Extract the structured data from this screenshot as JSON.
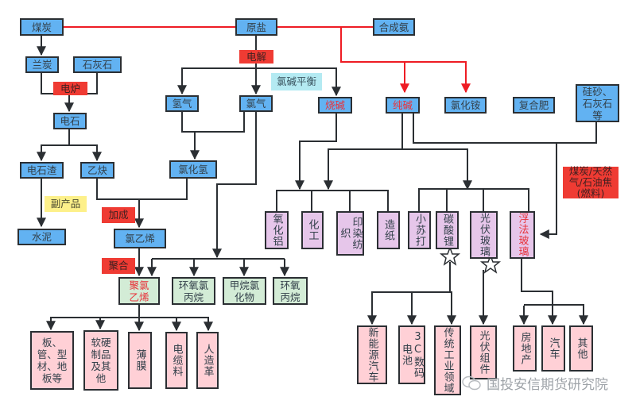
{
  "diagram": {
    "title": "",
    "colors": {
      "raw_material_fill": "#62b2f2",
      "soda_downstream_fill": "#e6c6ea",
      "end_use_fill": "#ffd0d6",
      "pvc_sibling_fill": "#d3ecd6",
      "process_tag_fill": "#ef3b33",
      "byproduct_tag_fill": "#fdf08a",
      "balance_tag_fill": "#b4eaf2",
      "highlight_text": "#e8323a",
      "red_line": "#ee1c24",
      "black_line": "#2b2f33"
    },
    "nodes": {
      "coal": "煤炭",
      "raw_salt": "原盐",
      "synthetic_ammonia": "合成氨",
      "semi_coke": "兰炭",
      "limestone": "石灰石",
      "calcium_carbide": "电石",
      "hydrogen": "氢气",
      "chlorine": "氯气",
      "caustic_soda": "烧碱",
      "soda_ash": "纯碱",
      "ammonium_chloride": "氯化铵",
      "compound_fertilizer": "复合肥",
      "silica_sand_limestone": "硅砂、石灰石等",
      "carbide_slag": "电石渣",
      "acetylene": "乙炔",
      "hydrogen_chloride": "氯化氢",
      "cement": "水泥",
      "vinyl_chloride": "氯乙烯",
      "pvc": "聚氯乙烯",
      "epichlorohydrin": "环氧氯丙烷",
      "methane_chlorides": "甲烷氯化物",
      "propylene_oxide": "环氧丙烷",
      "alumina": "氧化铝",
      "chemical_industry": "化工",
      "printing_dyeing_textile": "印染纺织",
      "papermaking": "造纸",
      "baking_soda": "小苏打",
      "lithium_carbonate": "碳酸锂",
      "pv_glass": "光伏玻璃",
      "float_glass": "浮法玻璃",
      "pvc_boards": "板、管、型材、地板等",
      "pvc_soft_hard": "软硬制品及其他",
      "pvc_film": "薄膜",
      "pvc_cable": "电缆料",
      "pvc_leather": "人造革",
      "new_energy_vehicles": "新能源汽车",
      "digital_battery": "3C数码电池",
      "traditional_industry": "传统工业领域",
      "pv_modules": "光伏组件",
      "real_estate": "房地产",
      "automobile": "汽车",
      "others": "其他"
    },
    "tags": {
      "electric_furnace": "电炉",
      "electrolysis": "电解",
      "chlor_alkali_balance": "氯碱平衡",
      "byproduct": "副产品",
      "addition": "加成",
      "polymerization": "聚合",
      "fuel": "煤炭/天然气/石油焦(燃料)"
    },
    "markers": {
      "lithium_star": "star-icon",
      "pv_glass_star": "star-icon"
    },
    "watermark": "国投安信期货研究院"
  }
}
